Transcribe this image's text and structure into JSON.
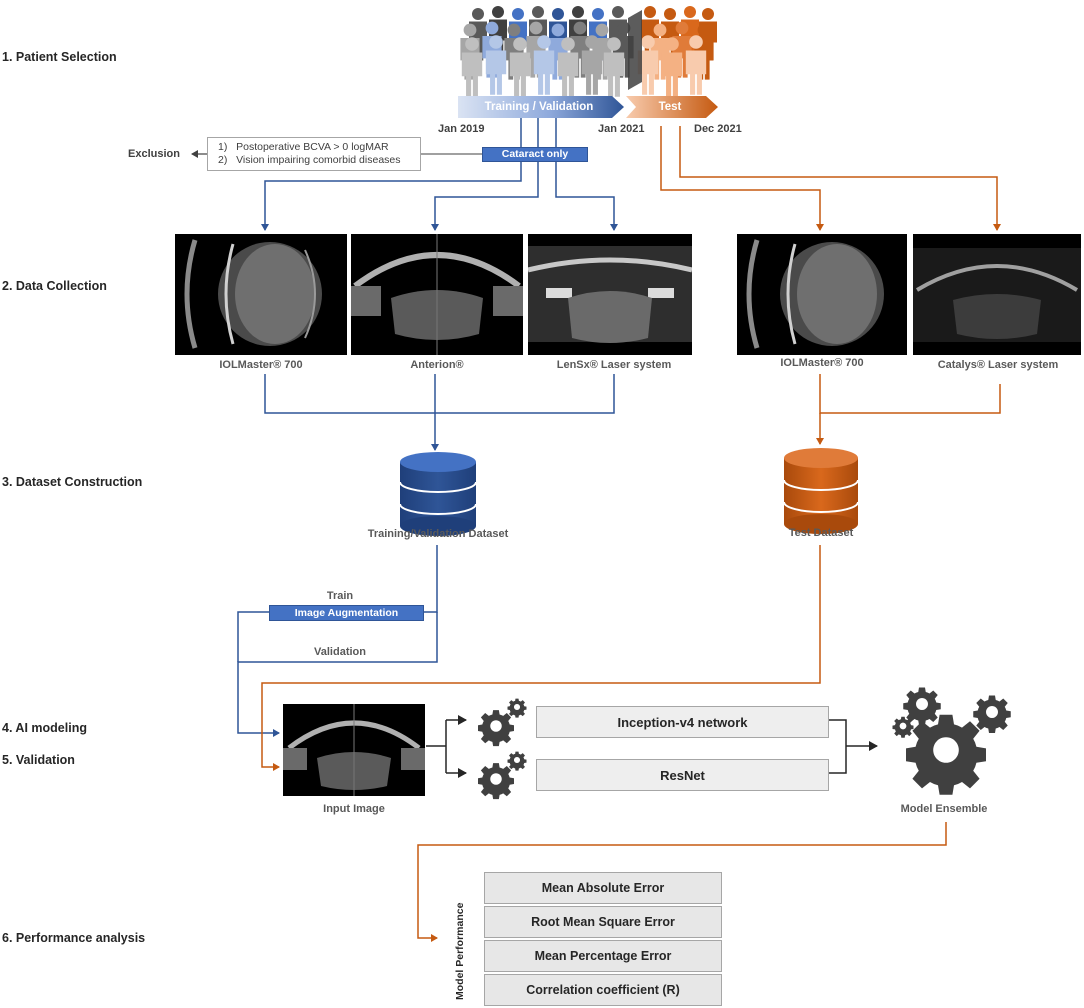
{
  "steps": {
    "s1": "1. Patient Selection",
    "s2": "2. Data Collection",
    "s3": "3. Dataset Construction",
    "s4": "4. AI modeling",
    "s5": "5. Validation",
    "s6": "6. Performance analysis"
  },
  "timeline": {
    "training_label": "Training / Validation",
    "test_label": "Test",
    "date_start": "Jan 2019",
    "date_mid": "Jan 2021",
    "date_end": "Dec 2021"
  },
  "exclusion": {
    "label": "Exclusion",
    "criteria": [
      "Postoperative BCVA > 0 logMAR",
      "Vision impairing comorbid diseases"
    ],
    "numbers": [
      "1)",
      "2)"
    ],
    "filter_label": "Cataract only"
  },
  "devices": {
    "d1": "IOLMaster® 700",
    "d2": "Anterion®",
    "d3": "LenSx® Laser system",
    "d4": "IOLMaster® 700",
    "d5": "Catalys® Laser system"
  },
  "datasets": {
    "train": "Training/Validation Dataset",
    "test": "Test Dataset"
  },
  "pipeline": {
    "train_label": "Train",
    "augmentation_label": "Image Augmentation",
    "validation_label": "Validation",
    "input_label": "Input Image",
    "net1": "Inception-v4 network",
    "net2": "ResNet",
    "ensemble_label": "Model Ensemble"
  },
  "performance": {
    "axis_label": "Model Performance",
    "metrics": [
      "Mean Absolute Error",
      "Root Mean Square Error",
      "Mean Percentage Error",
      "Correlation coefficient (R)"
    ]
  },
  "colors": {
    "blue": "#2f5597",
    "blue_box": "#4472c4",
    "orange": "#c55a11",
    "orange_light": "#f4b183"
  },
  "icons": [
    "people-crowd-icon",
    "database-icon",
    "gear-icon"
  ]
}
